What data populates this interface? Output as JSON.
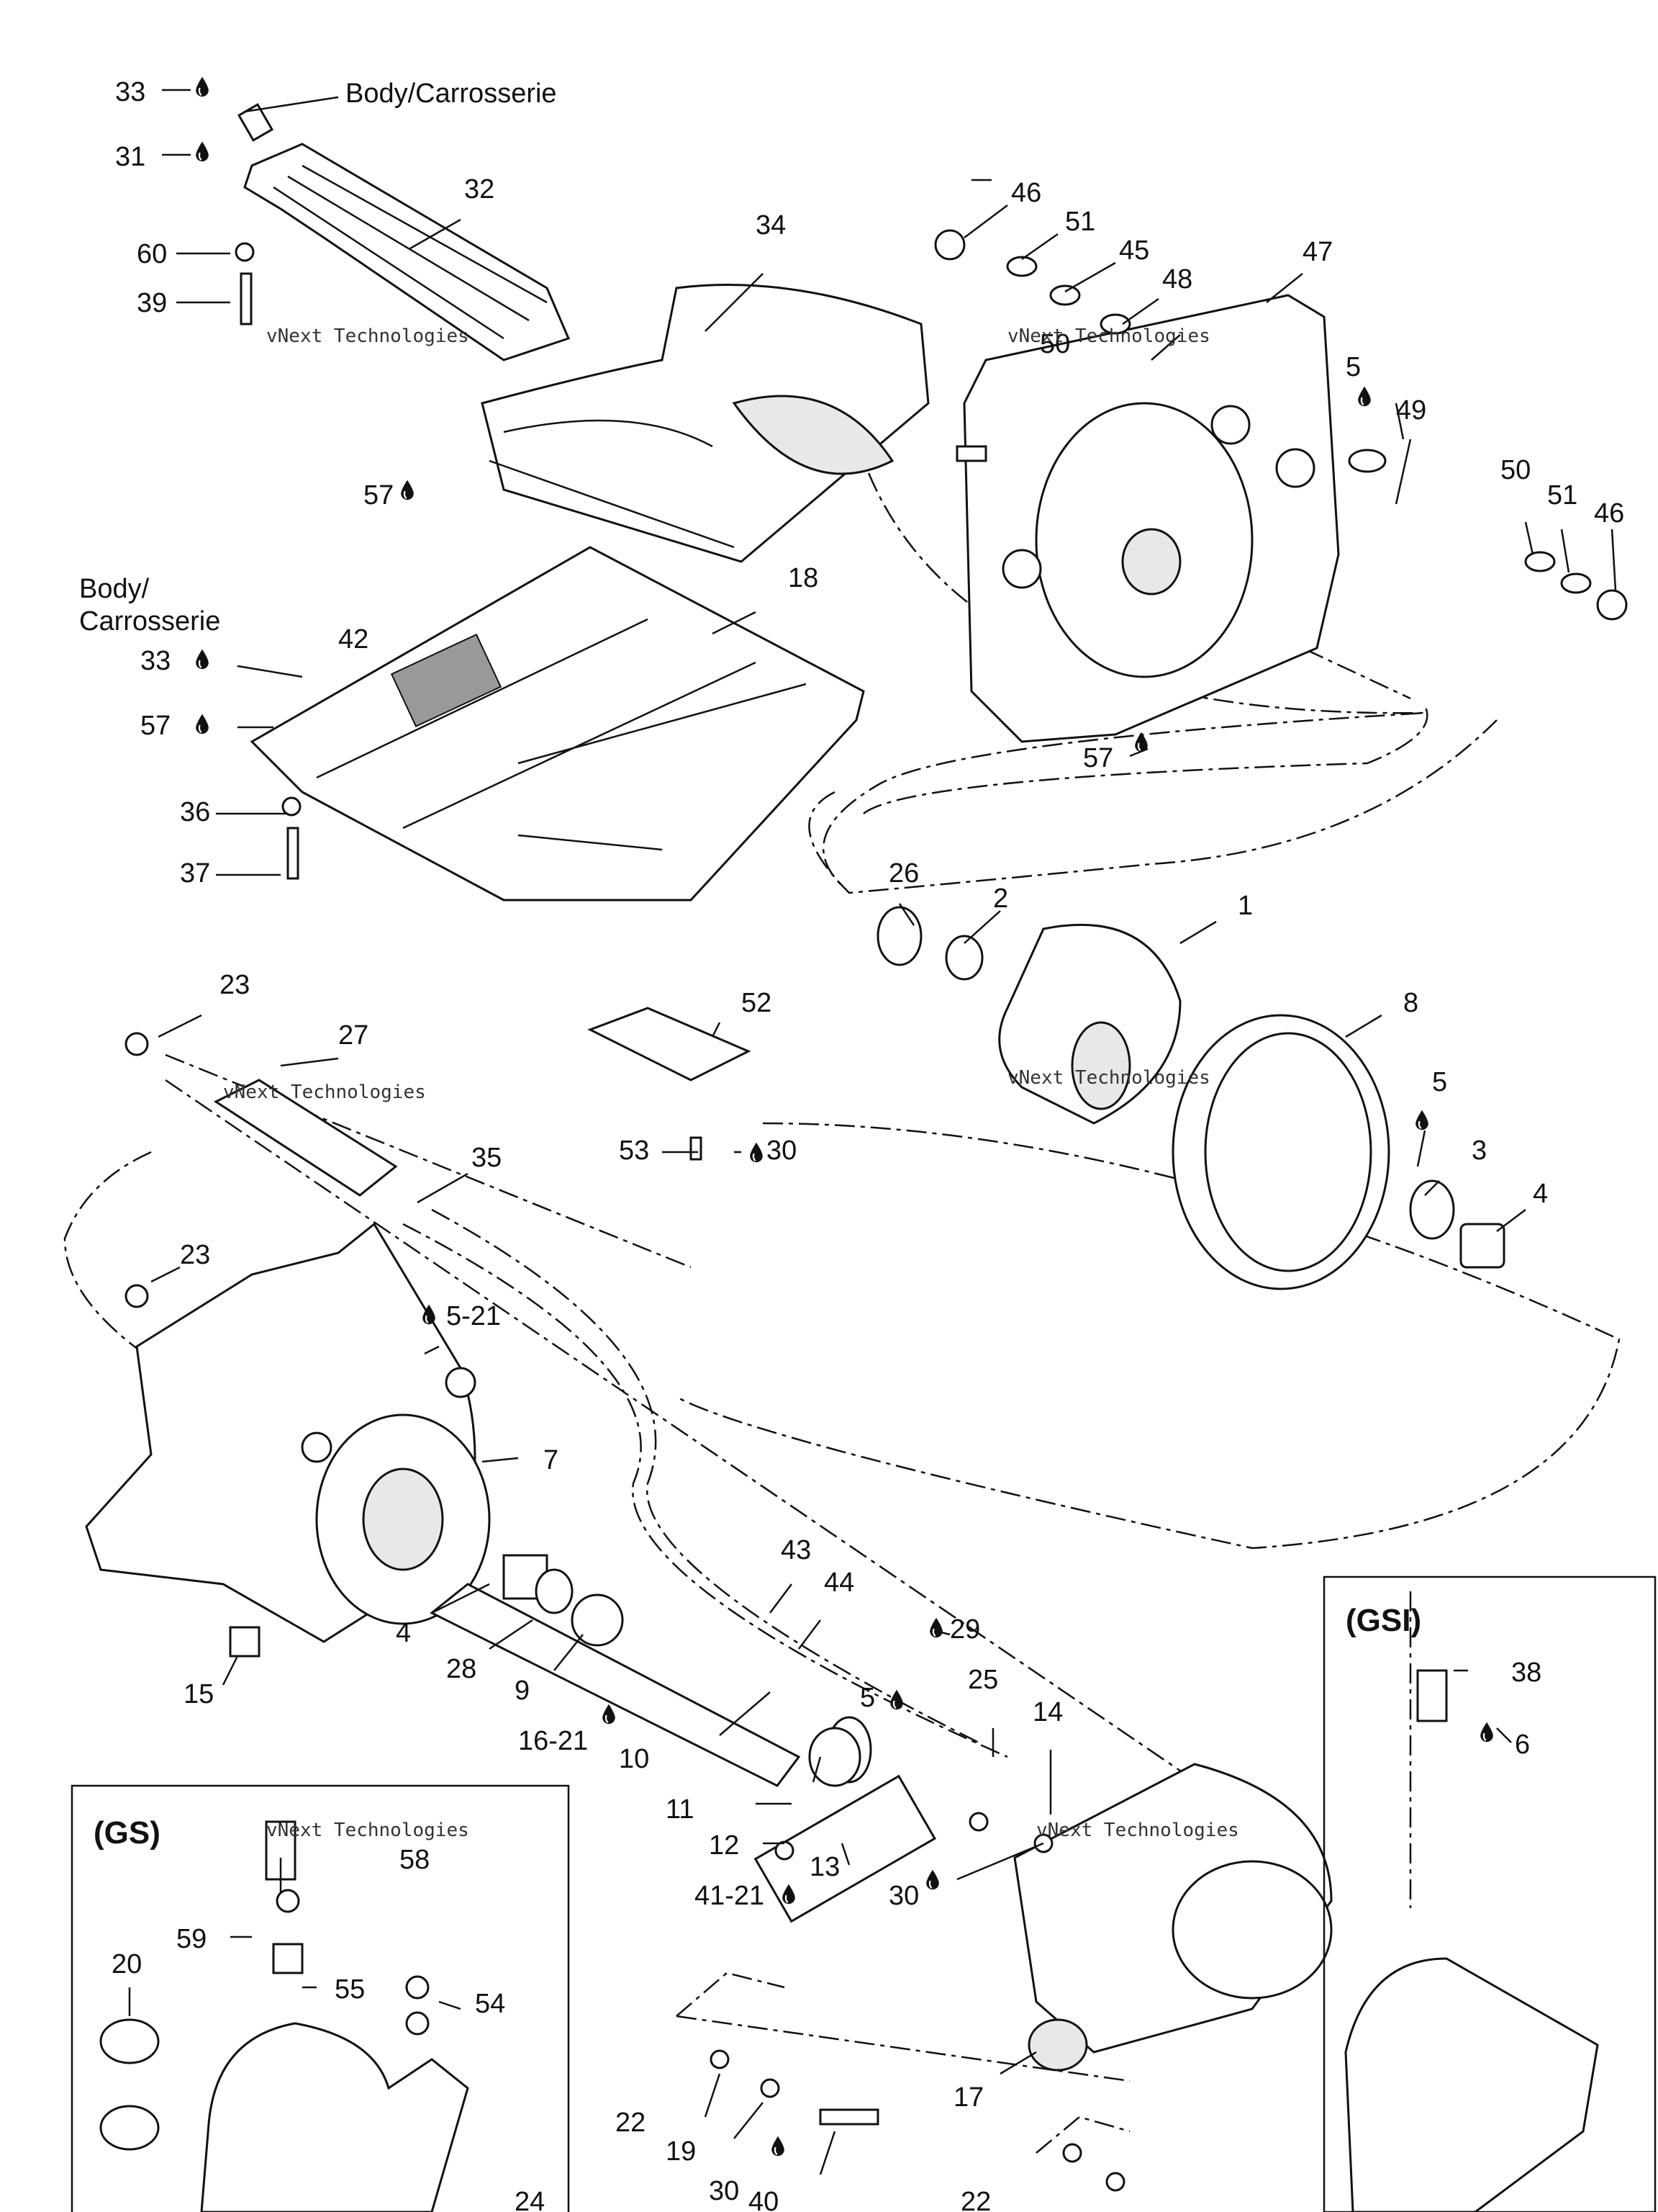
{
  "diagram": {
    "group_labels": [
      "(GSI)",
      "(GS)"
    ],
    "watermark": [
      "vNext Technologies"
    ],
    "callouts": [
      {
        "id": "c33a",
        "text": "33"
      },
      {
        "id": "c31",
        "text": "31"
      },
      {
        "id": "body1",
        "text": "Body/Carrosserie"
      },
      {
        "id": "c32",
        "text": "32"
      },
      {
        "id": "c60",
        "text": "60"
      },
      {
        "id": "c39",
        "text": "39"
      },
      {
        "id": "c34",
        "text": "34"
      },
      {
        "id": "c46a",
        "text": "46"
      },
      {
        "id": "c51a",
        "text": "51"
      },
      {
        "id": "c45",
        "text": "45"
      },
      {
        "id": "c48",
        "text": "48"
      },
      {
        "id": "c50a",
        "text": "50"
      },
      {
        "id": "c47",
        "text": "47"
      },
      {
        "id": "c5a",
        "text": "5"
      },
      {
        "id": "c49",
        "text": "49"
      },
      {
        "id": "c50b",
        "text": "50"
      },
      {
        "id": "c51b",
        "text": "51"
      },
      {
        "id": "c46b",
        "text": "46"
      },
      {
        "id": "c57a",
        "text": "57"
      },
      {
        "id": "c18",
        "text": "18"
      },
      {
        "id": "body2a",
        "text": "Body/"
      },
      {
        "id": "body2b",
        "text": "Carrosserie"
      },
      {
        "id": "c33b",
        "text": "33"
      },
      {
        "id": "c42",
        "text": "42"
      },
      {
        "id": "c57b",
        "text": "57"
      },
      {
        "id": "c36",
        "text": "36"
      },
      {
        "id": "c37",
        "text": "37"
      },
      {
        "id": "c57c",
        "text": "57"
      },
      {
        "id": "c26",
        "text": "26"
      },
      {
        "id": "c2",
        "text": "2"
      },
      {
        "id": "c1",
        "text": "1"
      },
      {
        "id": "c8",
        "text": "8"
      },
      {
        "id": "c52",
        "text": "52"
      },
      {
        "id": "c53",
        "text": "53"
      },
      {
        "id": "c30a",
        "text": "30"
      },
      {
        "id": "c23a",
        "text": "23"
      },
      {
        "id": "c27",
        "text": "27"
      },
      {
        "id": "c35",
        "text": "35"
      },
      {
        "id": "c5b",
        "text": "5"
      },
      {
        "id": "c3",
        "text": "3"
      },
      {
        "id": "c4a",
        "text": "4"
      },
      {
        "id": "c23b",
        "text": "23"
      },
      {
        "id": "c521",
        "text": "5-21"
      },
      {
        "id": "c7",
        "text": "7"
      },
      {
        "id": "c43",
        "text": "43"
      },
      {
        "id": "c44",
        "text": "44"
      },
      {
        "id": "c29",
        "text": "29"
      },
      {
        "id": "c25",
        "text": "25"
      },
      {
        "id": "c5c",
        "text": "5"
      },
      {
        "id": "c14",
        "text": "14"
      },
      {
        "id": "c38",
        "text": "38"
      },
      {
        "id": "c6",
        "text": "6"
      },
      {
        "id": "c4b",
        "text": "4"
      },
      {
        "id": "c28",
        "text": "28"
      },
      {
        "id": "c9",
        "text": "9"
      },
      {
        "id": "c15",
        "text": "15"
      },
      {
        "id": "c1621",
        "text": "16-21"
      },
      {
        "id": "c10",
        "text": "10"
      },
      {
        "id": "c11",
        "text": "11"
      },
      {
        "id": "c12",
        "text": "12"
      },
      {
        "id": "c13",
        "text": "13"
      },
      {
        "id": "c30b",
        "text": "30"
      },
      {
        "id": "c4121",
        "text": "41-21"
      },
      {
        "id": "c58",
        "text": "58"
      },
      {
        "id": "c59",
        "text": "59"
      },
      {
        "id": "c20",
        "text": "20"
      },
      {
        "id": "c55",
        "text": "55"
      },
      {
        "id": "c54",
        "text": "54"
      },
      {
        "id": "c24",
        "text": "24"
      },
      {
        "id": "c17",
        "text": "17"
      },
      {
        "id": "c22a",
        "text": "22"
      },
      {
        "id": "c19",
        "text": "19"
      },
      {
        "id": "c30c",
        "text": "30"
      },
      {
        "id": "c40",
        "text": "40"
      },
      {
        "id": "c22b",
        "text": "22"
      }
    ]
  }
}
